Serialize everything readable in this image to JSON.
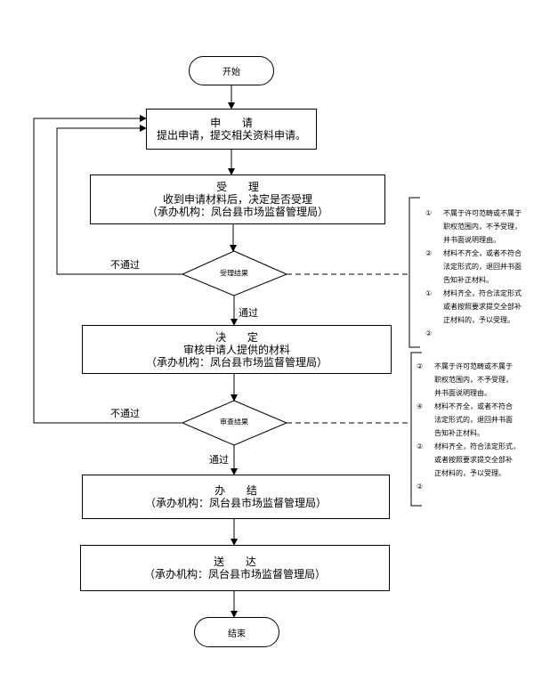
{
  "start": "开始",
  "end": "结束",
  "apply": {
    "title": "申 请",
    "desc": "提出申请，提交相关资料申请。"
  },
  "accept": {
    "title": "受 理",
    "desc": "收到申请材料后，决定是否受理",
    "org": "（承办机构：凤台县市场监督管理局）"
  },
  "accept_decision": "受理结果",
  "decide": {
    "title": "决 定",
    "desc": "审核申请人提供的材料",
    "org": "（承办机构：凤台县市场监督管理局）"
  },
  "review_decision": "审查结果",
  "handle": {
    "title": "办 结",
    "org": "（承办机构：凤台县市场监督管理局）"
  },
  "deliver": {
    "title": "送 达",
    "org": "（承办机构：凤台县市场监督管理局）"
  },
  "labels": {
    "fail1": "不通过",
    "pass1": "通过",
    "fail2": "不通过",
    "pass2": "通过"
  },
  "note1": [
    {
      "mark": "①",
      "text": "不属于许可范畴或不属于\n职权范围内，不予受理，\n并书面说明理由。"
    },
    {
      "mark": "②",
      "text": "材料不齐全，或者不符合\n法定形式的，退回并书面\n告知补正材料。"
    },
    {
      "mark": "①",
      "text": "材料齐全，符合法定形式\n或者按照要求提交全部补\n正材料的，予以受理。"
    },
    {
      "mark": "②",
      "text": ""
    }
  ],
  "note2": [
    {
      "mark": "②",
      "text": "不属于许可范畴或不属于\n职权范围内，不予受理，\n并书面说明理由。"
    },
    {
      "mark": "④",
      "text": "材料不齐全，或者不符合\n法定形式的，退回并书面\n告知补正材料。"
    },
    {
      "mark": "②",
      "text": "材料齐全，符合法定形式，\n或者按照要求提交全部补\n正材料的，予以受理。"
    },
    {
      "mark": "②",
      "text": ""
    }
  ]
}
